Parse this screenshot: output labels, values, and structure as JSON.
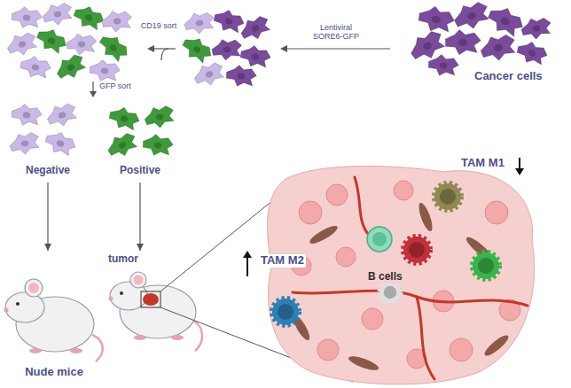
{
  "diagram": {
    "nodes": [
      {
        "text": [
          "Cancer cells"
        ]
      },
      {
        "text": [
          "Negative"
        ]
      },
      {
        "text": [
          "Positive"
        ]
      },
      {
        "text": [
          "Nude mice"
        ]
      },
      {
        "text": [
          "tumor"
        ]
      },
      {
        "text": [
          "TAM M1",
          "TAM M2",
          "B cells"
        ]
      }
    ],
    "edges": [
      {
        "from": 1,
        "to": 3,
        "arrow": "to"
      },
      {
        "from": 2,
        "to": 4,
        "arrow": "to"
      }
    ],
    "labels": [
      "Lentiviral SORE6-GFP",
      "CD19 sort",
      "GFP sort"
    ]
  }
}
